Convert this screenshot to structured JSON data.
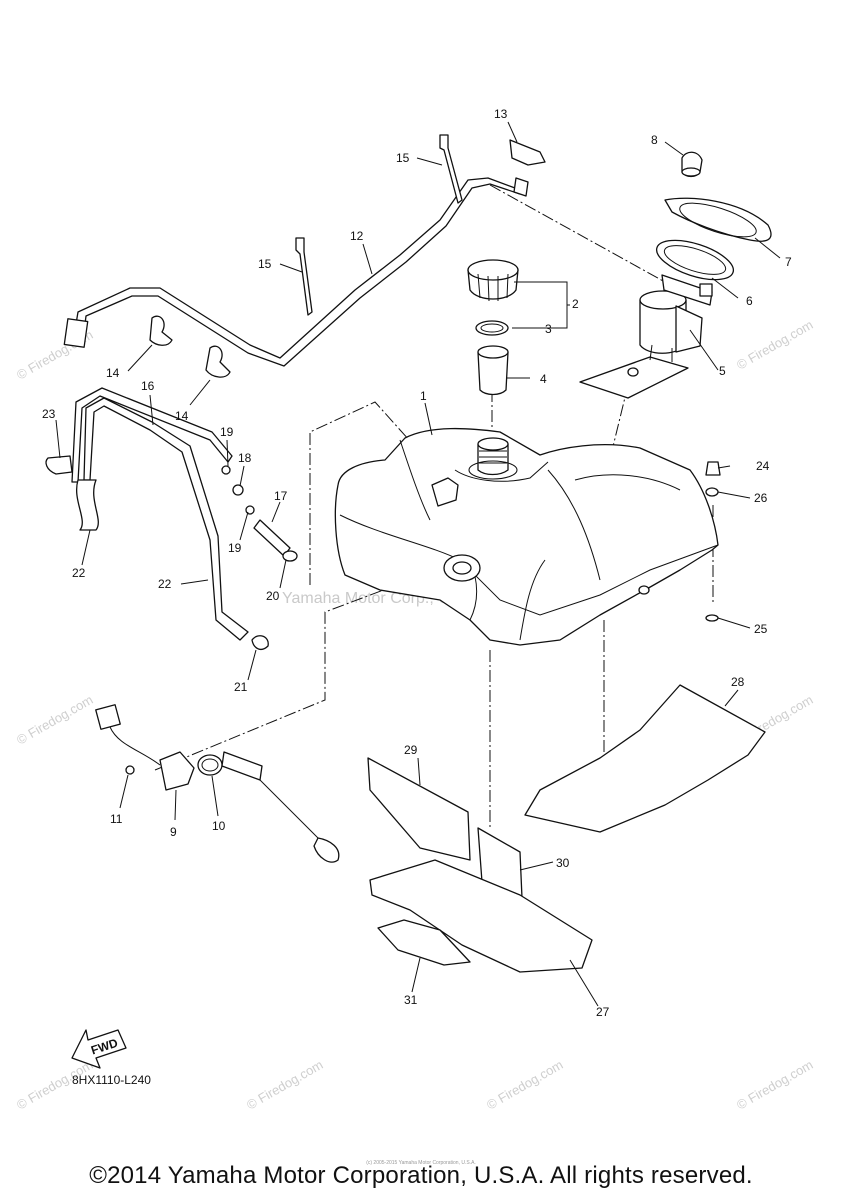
{
  "diagram": {
    "callouts": [
      "1",
      "2",
      "3",
      "4",
      "5",
      "6",
      "7",
      "8",
      "9",
      "10",
      "11",
      "12",
      "13",
      "14",
      "14",
      "15",
      "15",
      "16",
      "17",
      "18",
      "19",
      "19",
      "20",
      "21",
      "22",
      "22",
      "23",
      "24",
      "25",
      "26",
      "27",
      "28",
      "29",
      "30",
      "31"
    ],
    "fwd_label": "FWD",
    "diagram_code": "8HX1110-L240",
    "watermark_site": "© Firedog.com",
    "watermark_brand": "Yamaha Motor Corp., U.S.A.",
    "fine_print": "(c) 2005-2015 Yamaha Motor Corporation, U.S.A.",
    "copyright": "©2014 Yamaha Motor Corporation, U.S.A. All rights reserved."
  }
}
